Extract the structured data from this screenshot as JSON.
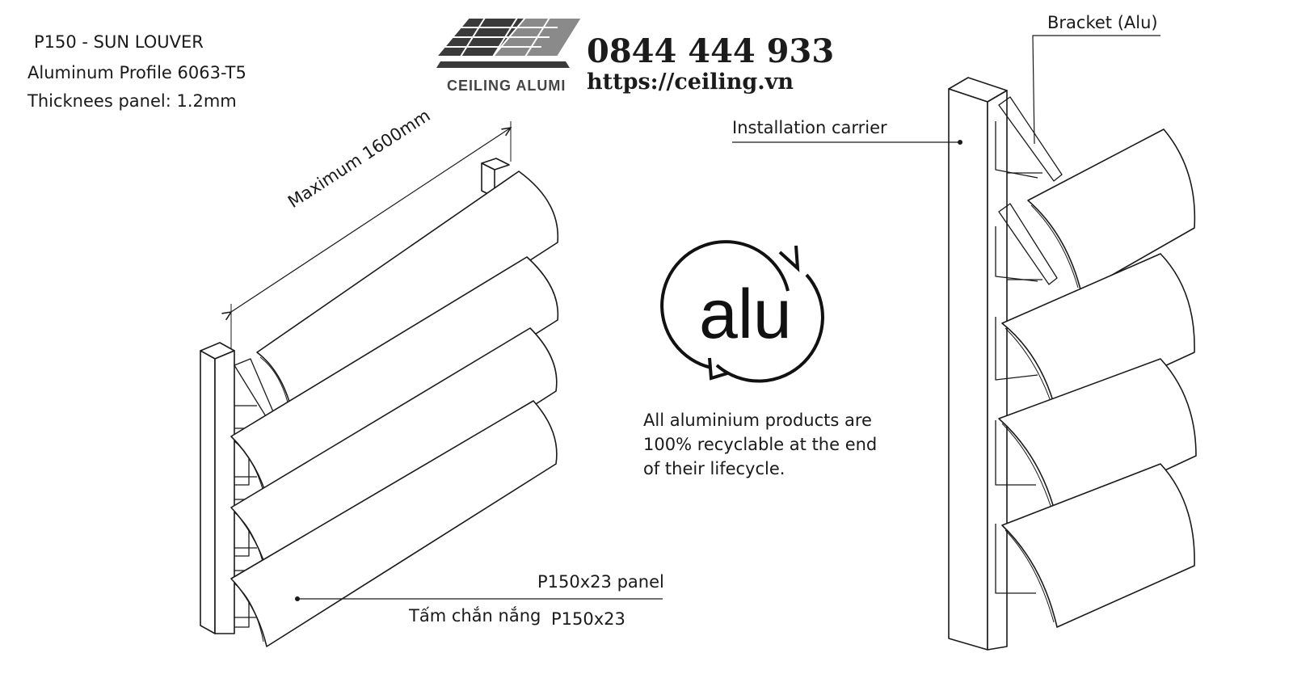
{
  "spec": {
    "line1": "P150 - SUN LOUVER",
    "line2": "Aluminum Profile 6063-T5",
    "line3": "Thicknees panel: 1.2mm"
  },
  "brand": {
    "name": "CEILING ALUMI",
    "phone": "0844 444 933",
    "website": "https://ceiling.vn"
  },
  "labels": {
    "dimension": "Maximum 1600mm",
    "panel_en": "P150x23 panel",
    "panel_vi": "Tấm chắn nắng",
    "panel_vi_code": "P150x23",
    "bracket": "Bracket (Alu)",
    "carrier": "Installation carrier"
  },
  "recycle": {
    "symbol_text": "alu",
    "line1": "All aluminium products are",
    "line2": "100% recyclable at the end",
    "line3": "of their lifecycle."
  },
  "colors": {
    "ink": "#1a1a1a",
    "logo_dark": "#3a3a3a",
    "logo_light": "#8a8a8a"
  }
}
